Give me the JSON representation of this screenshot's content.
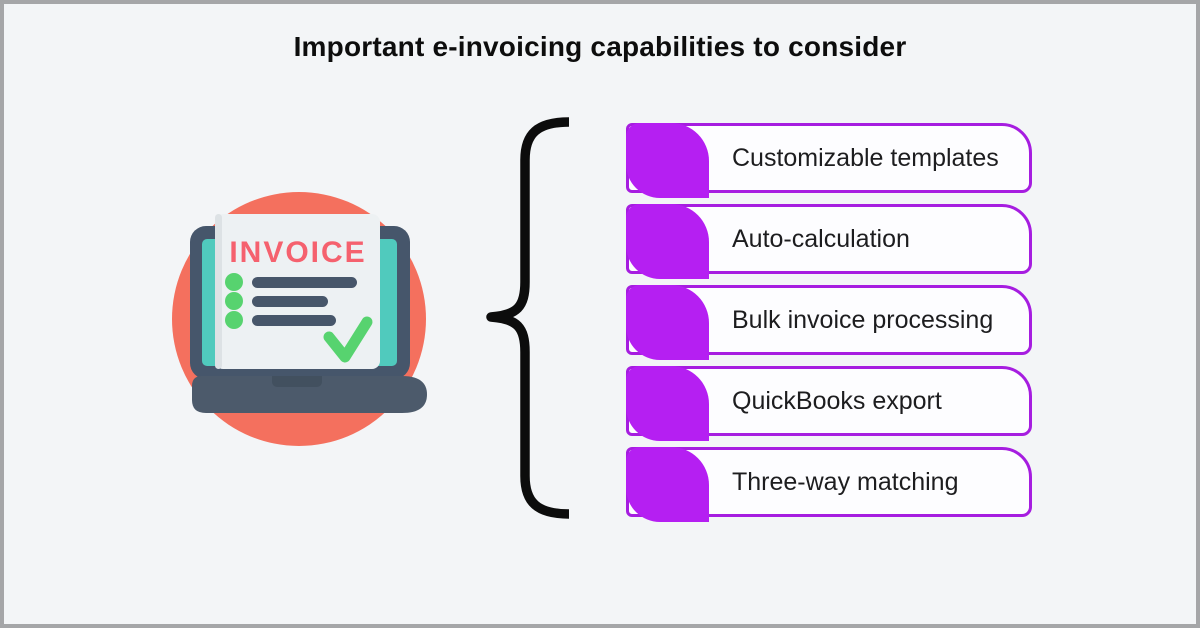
{
  "title": "Important e-invoicing capabilities to consider",
  "items": [
    {
      "label": "Customizable templates"
    },
    {
      "label": "Auto-calculation"
    },
    {
      "label": "Bulk invoice processing"
    },
    {
      "label": "QuickBooks export"
    },
    {
      "label": "Three-way matching"
    }
  ],
  "illustration": {
    "screen_text": "INVOICE",
    "icon": "invoice-laptop-icon",
    "list_rows": 3,
    "has_checkmark": true
  },
  "brace_icon": "curly-brace-icon",
  "colors": {
    "background": "#f3f5f7",
    "frame_border": "#a5a6a8",
    "accent_purple": "#b51ff2",
    "purple_border": "#a61de0",
    "item_box_bg": "#fdfdff",
    "item_text": "#1d1d1f",
    "brace_black": "#0c0c0c",
    "circle_salmon": "#f4705e",
    "laptop_slate": "#46566b",
    "laptop_base_slate": "#4c5a6b",
    "laptop_notch": "#42505f",
    "screen_teal": "#50cabd",
    "paper_white": "#edf1f3",
    "paper_edge_shade": "#dde2e5",
    "invoice_pink": "#f5616e",
    "check_green": "#57d36f",
    "list_line_slate": "#47566a"
  }
}
